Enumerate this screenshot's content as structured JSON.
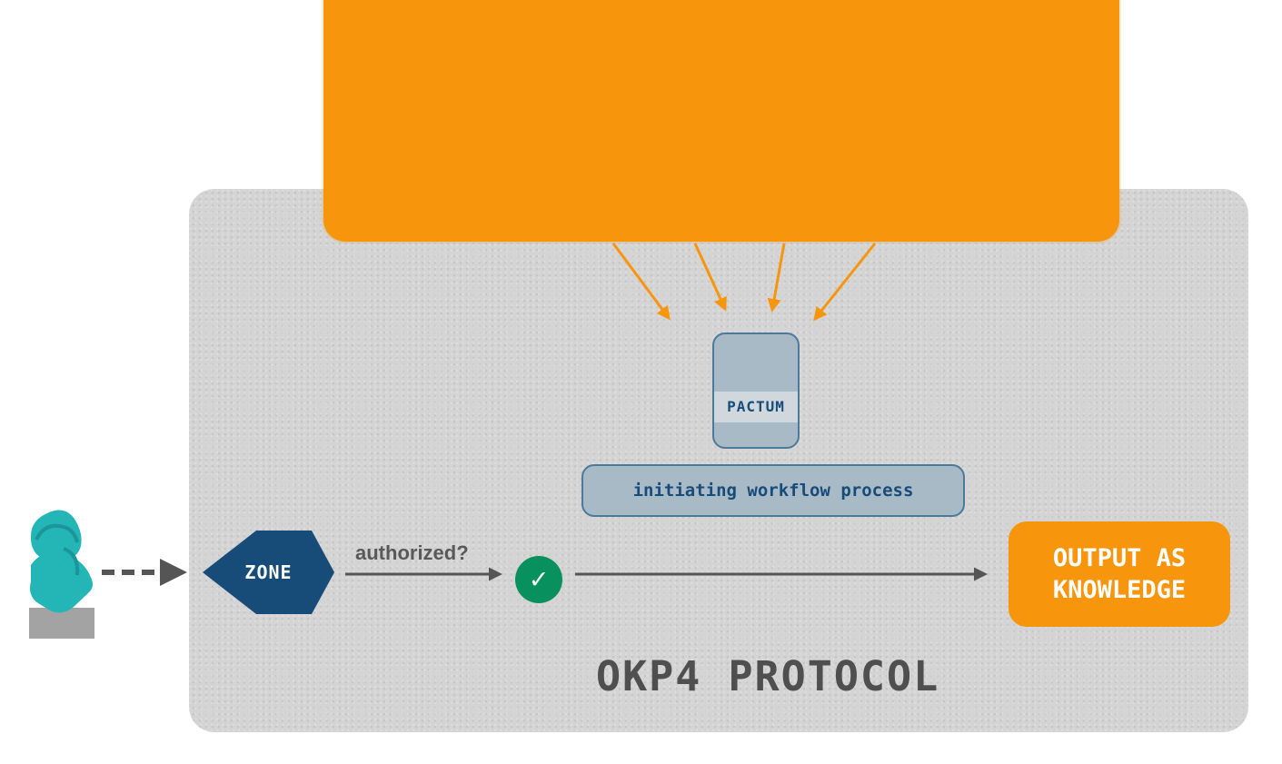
{
  "diagram": {
    "pactum_label": "PACTUM",
    "workflow_label": "initiating workflow process",
    "zone_label": "ZONE",
    "authorized_label": "authorized?",
    "output_line_1": "OUTPUT AS",
    "output_line_2": "KNOWLEDGE",
    "protocol_title": "OKP4 PROTOCOL"
  },
  "icons": {
    "user": "user-icon",
    "check": "checkmark-icon"
  },
  "colors": {
    "orange": "#f7950d",
    "gray_panel": "#d4d4d4",
    "blue_dark": "#174b78",
    "blue_panel": "#a9bac7",
    "teal_user": "#24b5b7",
    "green_check": "#08905f"
  }
}
